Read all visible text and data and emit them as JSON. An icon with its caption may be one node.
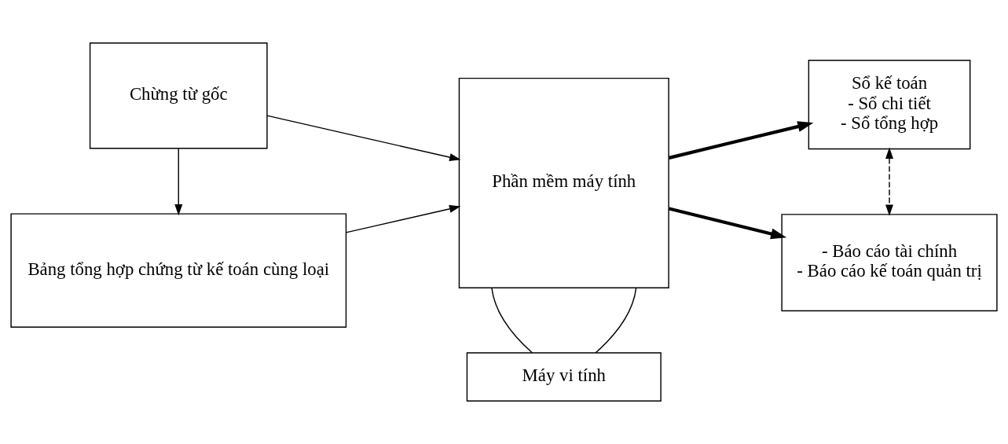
{
  "diagram": {
    "nodes": [
      {
        "text": [
          "Chừng từ gốc"
        ]
      },
      {
        "text": [
          "Phần mềm máy tính"
        ]
      },
      {
        "text": [
          "Sổ kế toán",
          "- Sổ chi tiết",
          "- Sổ tổng hợp"
        ]
      },
      {
        "text": [
          "Bảng tổng hợp chứng từ kế toán cùng loại"
        ]
      },
      {
        "text": [
          "Máy vi tính"
        ]
      },
      {
        "text": [
          "- Báo cáo tài chính",
          "- Báo cáo kế toán quản trị"
        ]
      }
    ],
    "edges": [
      {
        "from": 0,
        "to": 3,
        "arrow": "to"
      },
      {
        "from": 0,
        "to": 1,
        "arrow": "to"
      },
      {
        "from": 3,
        "to": 1,
        "arrow": "to"
      },
      {
        "from": 1,
        "to": 2,
        "arrow": "to",
        "style": "thick"
      },
      {
        "from": 1,
        "to": 5,
        "arrow": "to",
        "style": "thick"
      },
      {
        "from": 2,
        "to": 5,
        "arrow": "both",
        "style": "dashed"
      },
      {
        "from": 1,
        "to": 4,
        "arrow": "none"
      },
      {
        "from": 1,
        "to": 4,
        "arrow": "none"
      }
    ]
  }
}
